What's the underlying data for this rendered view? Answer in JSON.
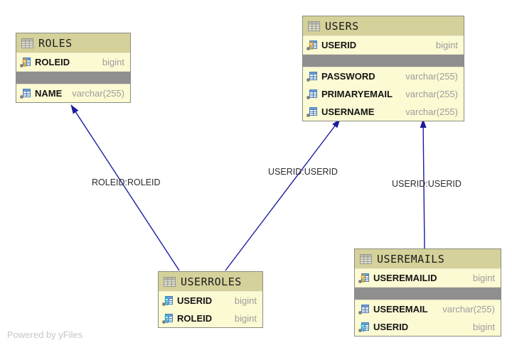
{
  "watermark": {
    "label": "Powered by yFiles"
  },
  "colors": {
    "header_bg": "#d4d19a",
    "row_bg": "#fcfad3",
    "separator_bg": "#8f8f8f",
    "table_border": "#8c8c80",
    "edge": "#1c1c9c",
    "primary_key": "#e4a61b",
    "foreign_key": "#2ab5da",
    "type_text": "#9c9c9c"
  },
  "tables": [
    {
      "name": "ROLES",
      "rows": [
        {
          "kind": "key",
          "icon": "primary-key-icon",
          "name": "ROLEID",
          "type": "bigint"
        },
        {
          "kind": "separator"
        },
        {
          "kind": "attr",
          "icon": "column-icon",
          "name": "NAME",
          "type": "varchar(255)"
        }
      ]
    },
    {
      "name": "USERS",
      "rows": [
        {
          "kind": "key",
          "icon": "primary-key-icon",
          "name": "USERID",
          "type": "bigint"
        },
        {
          "kind": "separator"
        },
        {
          "kind": "attr",
          "icon": "column-icon",
          "name": "PASSWORD",
          "type": "varchar(255)"
        },
        {
          "kind": "attr",
          "icon": "column-icon",
          "name": "PRIMARYEMAIL",
          "type": "varchar(255)"
        },
        {
          "kind": "attr",
          "icon": "column-icon",
          "name": "USERNAME",
          "type": "varchar(255)"
        }
      ]
    },
    {
      "name": "USERROLES",
      "rows": [
        {
          "kind": "key",
          "icon": "foreign-key-icon",
          "name": "USERID",
          "type": "bigint"
        },
        {
          "kind": "key",
          "icon": "foreign-key-icon",
          "name": "ROLEID",
          "type": "bigint"
        }
      ]
    },
    {
      "name": "USEREMAILS",
      "rows": [
        {
          "kind": "key",
          "icon": "primary-key-icon",
          "name": "USEREMAILID",
          "type": "bigint"
        },
        {
          "kind": "separator"
        },
        {
          "kind": "attr",
          "icon": "column-icon",
          "name": "USEREMAIL",
          "type": "varchar(255)"
        },
        {
          "kind": "attr",
          "icon": "foreign-key-icon",
          "name": "USERID",
          "type": "bigint"
        }
      ]
    }
  ],
  "edges": [
    {
      "from": "USERROLES",
      "to": "ROLES",
      "label": "ROLEID:ROLEID"
    },
    {
      "from": "USERROLES",
      "to": "USERS",
      "label": "USERID:USERID"
    },
    {
      "from": "USEREMAILS",
      "to": "USERS",
      "label": "USERID:USERID"
    }
  ]
}
